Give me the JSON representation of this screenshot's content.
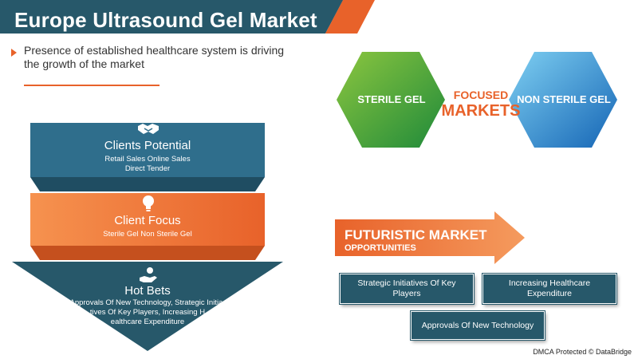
{
  "title": "Europe Ultrasound Gel Market",
  "subtitle": "Presence of established healthcare system is driving the growth of the market",
  "colors": {
    "navy": "#27586a",
    "orange": "#e8622a",
    "blue": "#2f6e8c",
    "green": "#3fae49",
    "light_blue": "#1d8fd0"
  },
  "funnel": [
    {
      "title": "Clients Potential",
      "lines": [
        "Retail Sales Online Sales",
        "Direct Tender"
      ],
      "icon": "handshake-icon"
    },
    {
      "title": "Client Focus",
      "lines": [
        "Sterile Gel Non Sterile Gel"
      ],
      "icon": "lightbulb-icon"
    },
    {
      "title": "Hot Bets",
      "lines": [
        "Approvals Of New Technology, Strategic Initia-",
        "tives Of Key Players, Increasing H",
        "ealthcare Expenditure"
      ],
      "icon": "hand-coins-icon"
    }
  ],
  "focused": {
    "line1": "FOCUSED",
    "line2": "MARKETS",
    "left_hex": "STERILE GEL",
    "right_hex": "NON STERILE GEL"
  },
  "futuristic": {
    "title": "FUTURISTIC MARKET",
    "subtitle": "OPPORTUNITIES",
    "items": [
      "Strategic Initiatives Of Key Players",
      "Increasing Healthcare Expenditure",
      "Approvals Of New Technology"
    ]
  },
  "credit": "DMCA Protected © DataBridge"
}
